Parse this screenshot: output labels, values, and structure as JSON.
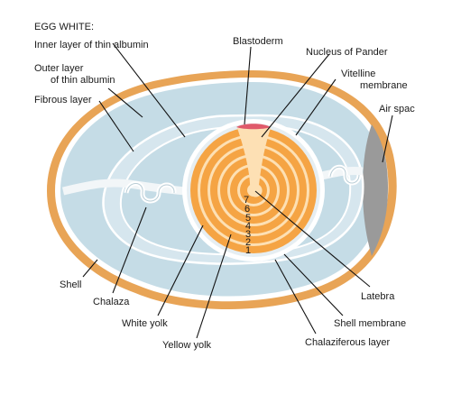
{
  "heading": "EGG WHITE:",
  "labels": {
    "inner_thin": "Inner layer of thin albumin",
    "outer_thin_1": "Outer layer",
    "outer_thin_2": "of thin albumin",
    "fibrous": "Fibrous layer",
    "blastoderm": "Blastoderm",
    "pander": "Nucleus of Pander",
    "vitelline_1": "Vitelline",
    "vitelline_2": "membrane",
    "air_space": "Air spac",
    "shell": "Shell",
    "chalaza": "Chalaza",
    "white_yolk": "White yolk",
    "yellow_yolk": "Yellow yolk",
    "latebra": "Latebra",
    "shell_membrane": "Shell membrane",
    "chalaziferous": "Chalaziferous layer"
  },
  "yolk_layer_numbers": [
    "7",
    "6",
    "5",
    "4",
    "3",
    "2",
    "1"
  ],
  "colors": {
    "shell": "#e8a456",
    "albumin": "#c5dce6",
    "inner_albumin": "#d6e6ee",
    "yolk_orange": "#f5a444",
    "yolk_light": "#fde0b4",
    "air_space": "#9a9a9a",
    "blastoderm": "#e05a6a"
  }
}
